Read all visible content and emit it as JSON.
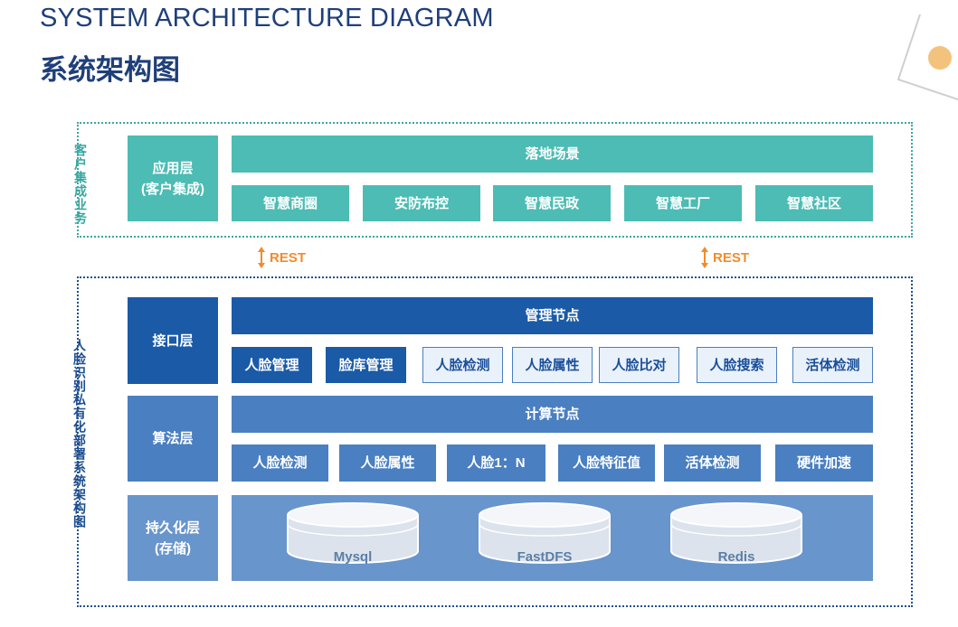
{
  "title": {
    "en": "SYSTEM ARCHITECTURE DIAGRAM",
    "cn": "系统架构图"
  },
  "groups": {
    "client": {
      "label": "客户集成业务"
    },
    "private": {
      "label": "人脸识别私有化部署系统架构图"
    }
  },
  "application_layer": {
    "label_line1": "应用层",
    "label_line2": "(客户集成)",
    "header": "落地场景",
    "items": [
      "智慧商圈",
      "安防布控",
      "智慧民政",
      "智慧工厂",
      "智慧社区"
    ]
  },
  "connectors": [
    "REST",
    "REST"
  ],
  "interface_layer": {
    "label": "接口层",
    "header": "管理节点",
    "items": [
      "人脸管理",
      "脸库管理",
      "人脸检测",
      "人脸属性",
      "人脸比对",
      "人脸搜索",
      "活体检测"
    ]
  },
  "algorithm_layer": {
    "label": "算法层",
    "header": "计算节点",
    "items": [
      "人脸检测",
      "人脸属性",
      "人脸1：N",
      "人脸特征值",
      "活体检测",
      "硬件加速"
    ]
  },
  "persistence_layer": {
    "label_line1": "持久化层",
    "label_line2": "(存储)",
    "stores": [
      "Mysql",
      "FastDFS",
      "Redis"
    ]
  },
  "colors": {
    "teal": "#4cbcb4",
    "dark_blue": "#1a5aa6",
    "mid_blue": "#4a7fc1",
    "light_blue": "#6895cc",
    "accent_orange": "#f08c2c"
  }
}
